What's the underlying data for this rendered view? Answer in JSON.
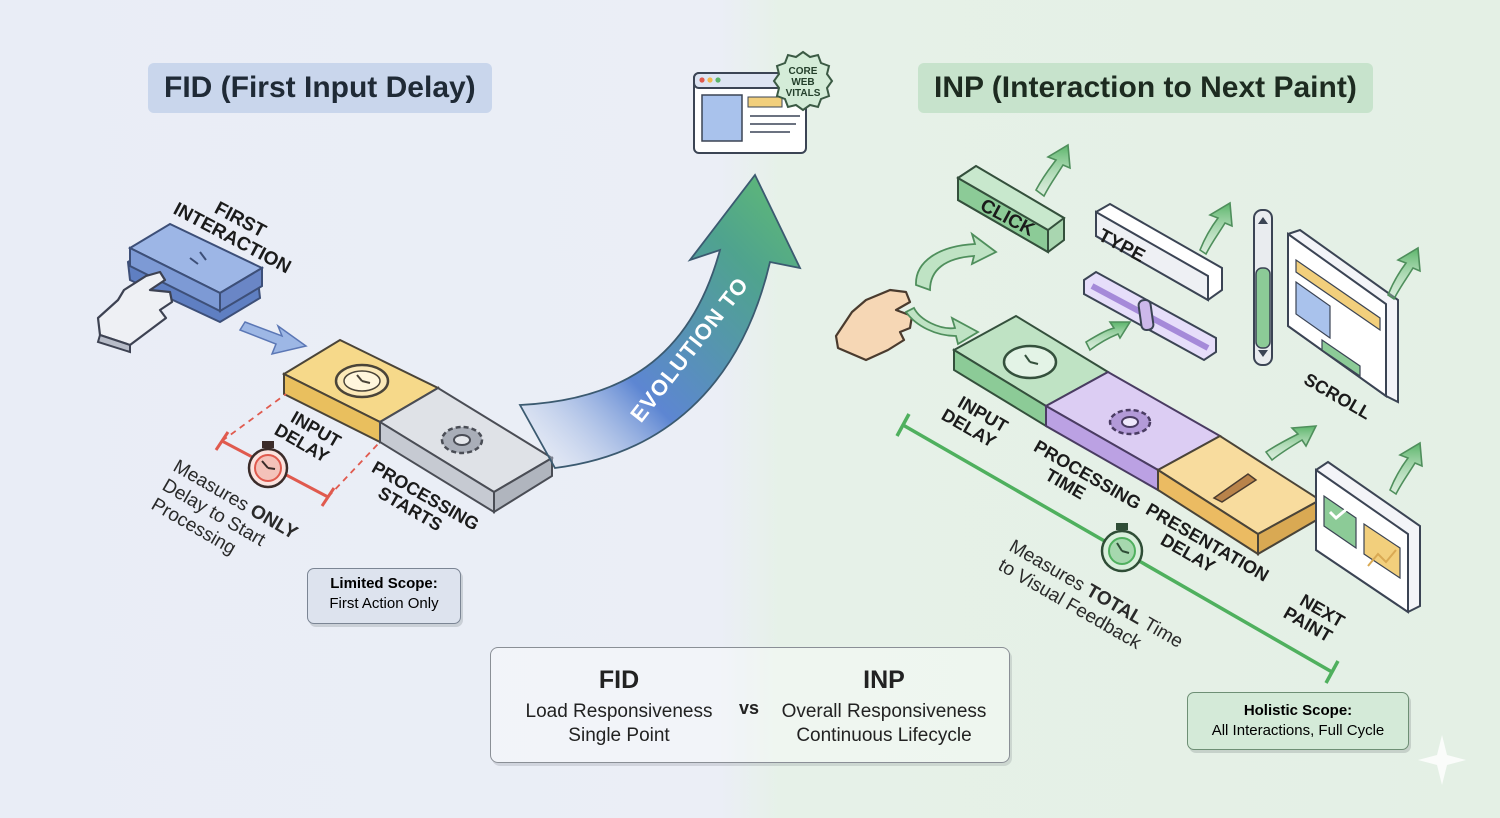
{
  "titles": {
    "fid": "FID (First Input Delay)",
    "inp": "INP (Interaction to Next Paint)"
  },
  "fid": {
    "first_interaction_line1": "FIRST",
    "first_interaction_line2": "INTERACTION",
    "input_delay_line1": "INPUT",
    "input_delay_line2": "DELAY",
    "processing_line1": "PROCESSING",
    "processing_line2": "STARTS",
    "measure_line1_pre": "Measures ",
    "measure_line1_bold": "ONLY",
    "measure_line2": "Delay to Start",
    "measure_line3": "Processing",
    "scope_title": "Limited Scope:",
    "scope_text": "First Action Only"
  },
  "transition": {
    "arrow_label": "EVOLUTION TO",
    "badge_line1": "CORE",
    "badge_line2": "WEB",
    "badge_line3": "VITALS"
  },
  "inp": {
    "click": "CLICK",
    "type": "TYPE",
    "scroll": "SCROLL",
    "input_delay_line1": "INPUT",
    "input_delay_line2": "DELAY",
    "processing_line1": "PROCESSING",
    "processing_line2": "TIME",
    "presentation_line1": "PRESENTATION",
    "presentation_line2": "DELAY",
    "next_paint_line1": "NEXT",
    "next_paint_line2": "PAINT",
    "measure_line1_pre": "Measures ",
    "measure_line1_bold": "TOTAL",
    "measure_line1_post": " Time",
    "measure_line2": "to Visual Feedback",
    "scope_title": "Holistic Scope:",
    "scope_text": "All Interactions, Full Cycle"
  },
  "comparison": {
    "fid_head": "FID",
    "fid_line1": "Load Responsiveness",
    "fid_line2": "Single Point",
    "vs": "vs",
    "inp_head": "INP",
    "inp_line1": "Overall Responsiveness",
    "inp_line2": "Continuous Lifecycle"
  },
  "colors": {
    "fid_blue": "#8fa9dc",
    "input_yellow": "#f6d98a",
    "processing_gray": "#d3d7dd",
    "inp_green": "#8ccb97",
    "processing_purple": "#cdb8ea",
    "presentation_orange": "#f5cf84",
    "alert_red": "#e05a4e"
  }
}
